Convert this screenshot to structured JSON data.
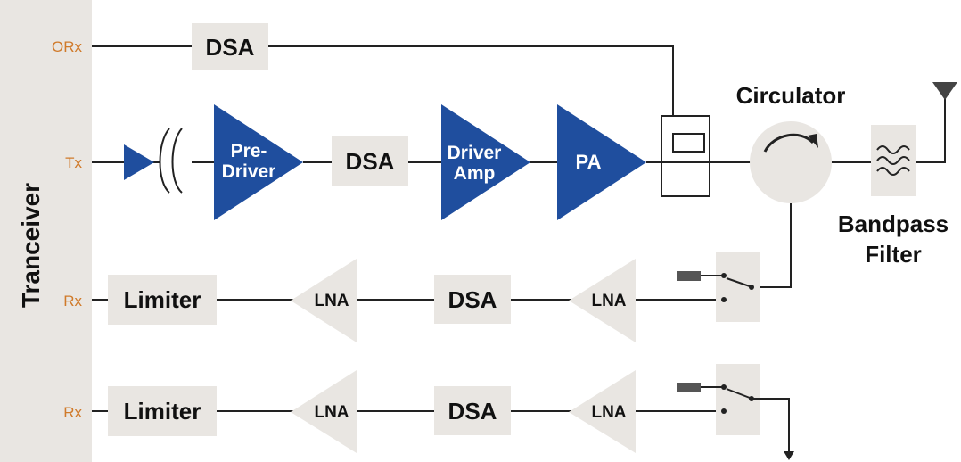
{
  "colors": {
    "amp_fill": "#1f4e9e",
    "block_fill": "#e9e6e2",
    "port_label": "#d07a2a",
    "line": "#222222"
  },
  "sidebar": {
    "label": "Tranceiver"
  },
  "ports": {
    "orx": "ORx",
    "tx": "Tx",
    "rx1": "Rx",
    "rx2": "Rx"
  },
  "orx_path": {
    "dsa": "DSA"
  },
  "tx_path": {
    "predriver_line1": "Pre-",
    "predriver_line2": "Driver",
    "dsa": "DSA",
    "driver_line1": "Driver",
    "driver_line2": "Amp",
    "pa": "PA"
  },
  "circulator": {
    "label": "Circulator"
  },
  "filter": {
    "label_line1": "Bandpass",
    "label_line2": "Filter"
  },
  "rx_path_1": {
    "limiter": "Limiter",
    "lna_1": "LNA",
    "dsa": "DSA",
    "lna_2": "LNA"
  },
  "rx_path_2": {
    "limiter": "Limiter",
    "lna_1": "LNA",
    "dsa": "DSA",
    "lna_2": "LNA"
  }
}
